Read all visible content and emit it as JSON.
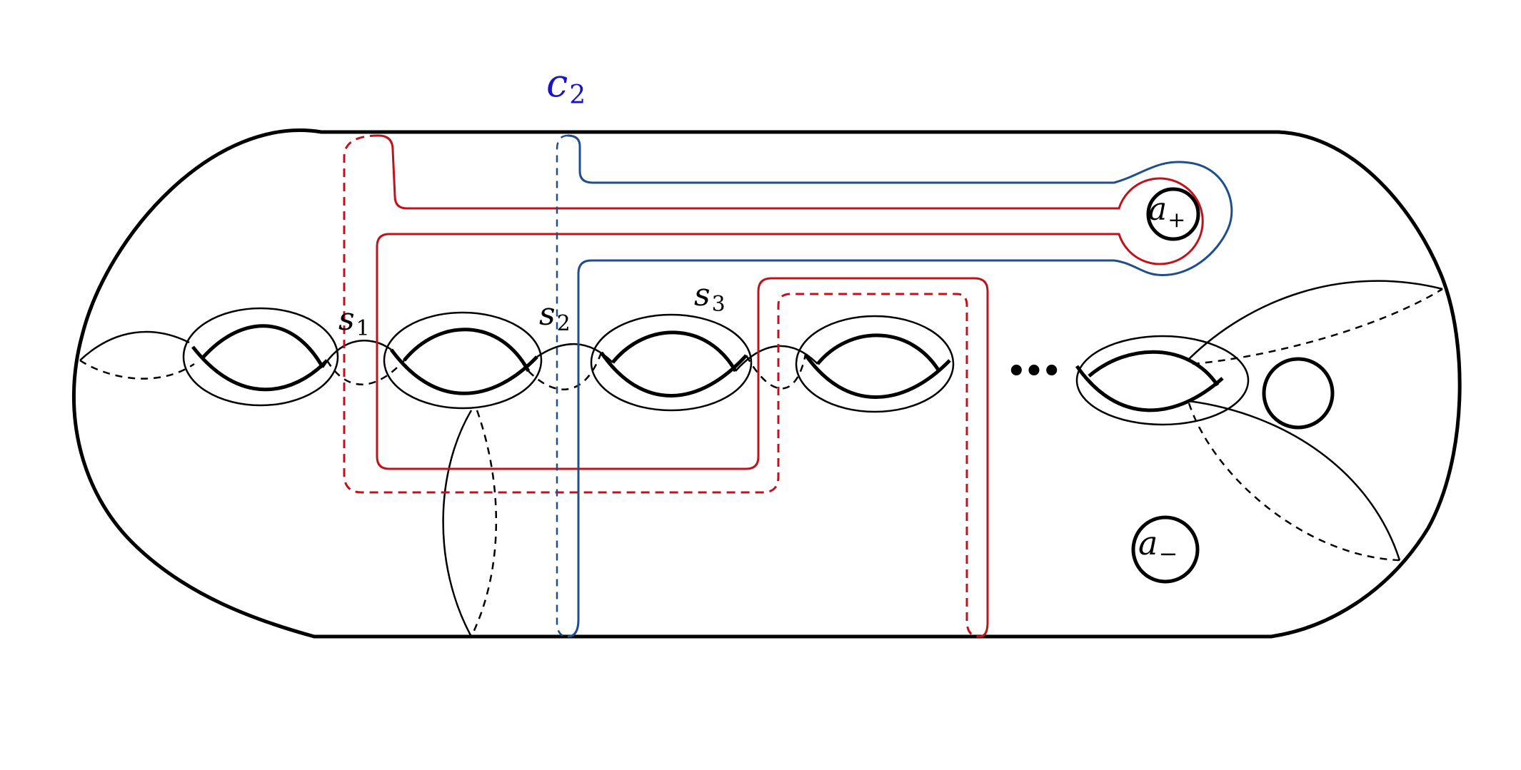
{
  "diagram": {
    "colors": {
      "outline": "#000000",
      "red_curve": "#c0121b",
      "blue_curve": "#1f4e8c",
      "label_blue": "#1a14c8"
    },
    "labels": {
      "c2": {
        "base": "c",
        "sub": "2"
      },
      "s1": {
        "base": "s",
        "sub": "1"
      },
      "s2": {
        "base": "s",
        "sub": "2"
      },
      "s3": {
        "base": "s",
        "sub": "3"
      },
      "a_plus": {
        "base": "a",
        "sub": "+"
      },
      "a_minus": {
        "base": "a",
        "sub": "−"
      }
    },
    "ellipsis": "•••"
  }
}
